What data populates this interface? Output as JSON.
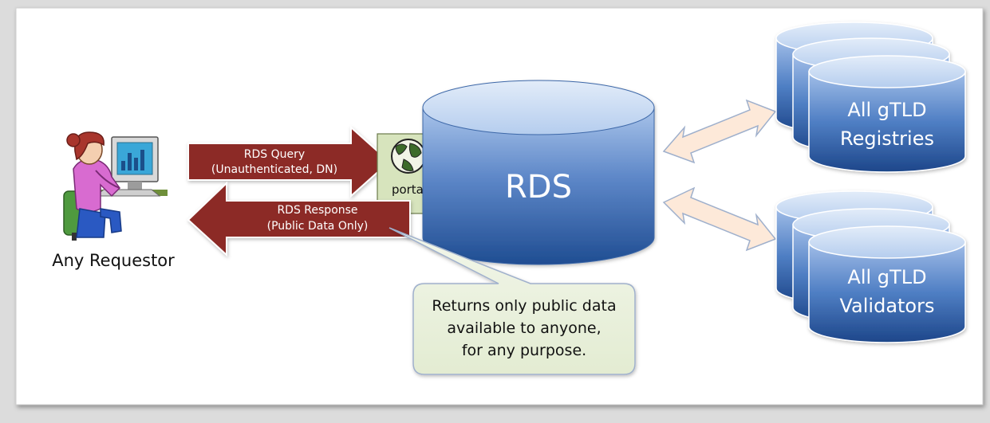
{
  "requestor": {
    "label": "Any Requestor"
  },
  "query_arrow": {
    "line1": "RDS Query",
    "line2": "(Unauthenticated, DN)"
  },
  "response_arrow": {
    "line1": "RDS Response",
    "line2": "(Public Data Only)"
  },
  "portal": {
    "label": "portal",
    "icon": "globe-icon"
  },
  "rds": {
    "label": "RDS"
  },
  "registries": {
    "line1": "All gTLD",
    "line2": "Registries"
  },
  "validators": {
    "line1": "All gTLD",
    "line2": "Validators"
  },
  "callout": {
    "line1": "Returns only public data",
    "line2": "available to anyone,",
    "line3": "for any purpose."
  },
  "colors": {
    "arrow_red": "#8c2b28",
    "cylinder_blue": "#4f81bd",
    "light_arrow": "#fde9d9",
    "callout_fill": "#ebf1de",
    "portal_fill": "#d7e4bd"
  }
}
